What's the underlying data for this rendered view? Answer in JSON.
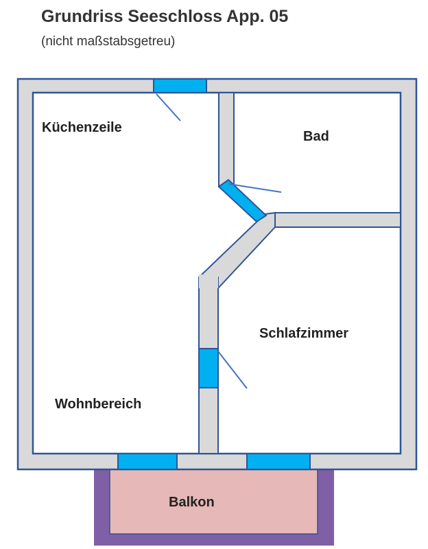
{
  "title": "Grundriss Seeschloss App. 05",
  "subtitle": "(nicht maßstabsgetreu)",
  "rooms": {
    "kitchen": "Küchenzeile",
    "bath": "Bad",
    "bedroom": "Schlafzimmer",
    "living": "Wohnbereich",
    "balcony": "Balkon"
  },
  "colors": {
    "wall_fill": "#d9d9d9",
    "wall_stroke": "#2f5496",
    "door_window": "#00b0f0",
    "balcony_floor": "#e6b8b7",
    "balcony_frame": "#7f5fa5",
    "door_swing": "#4472c4"
  }
}
